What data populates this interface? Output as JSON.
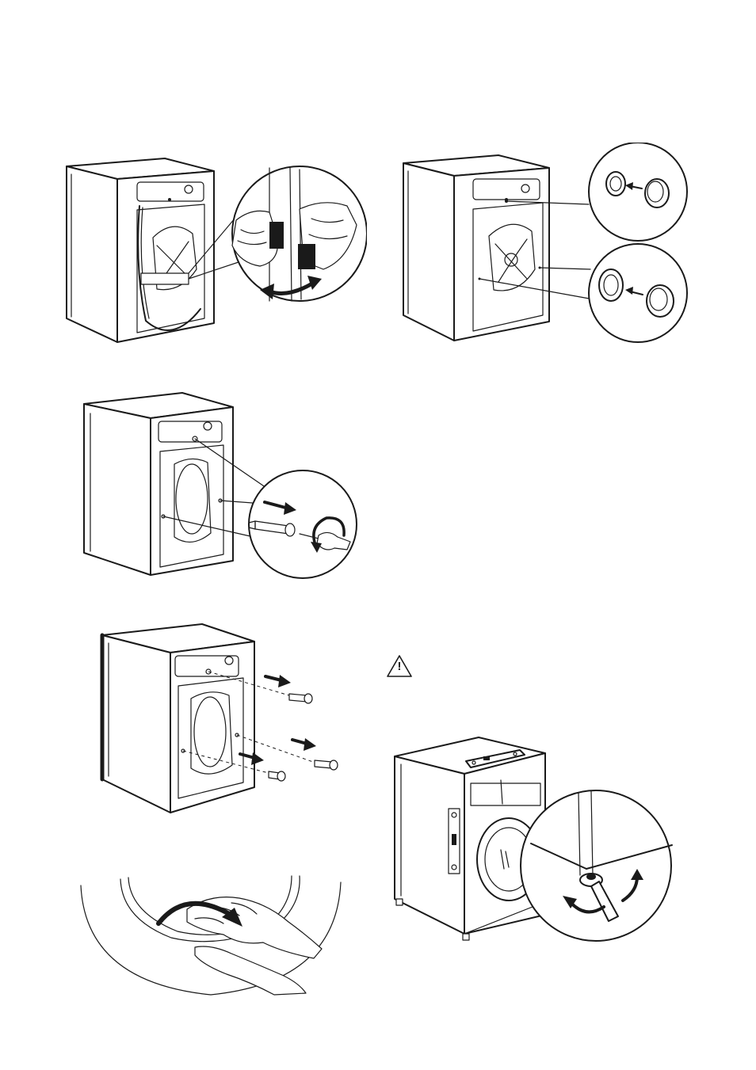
{
  "page": {
    "figures": [
      "figure-1-remove-hose-brackets",
      "figure-2-insert-plastic-caps",
      "figure-3-unscrew-transit-bolts",
      "figure-4-remove-transit-bolts",
      "figure-5-turn-drum",
      "figure-6-level-machine"
    ]
  },
  "warning": {
    "icon": "warning-triangle-icon",
    "symbol": "!"
  },
  "colors": {
    "line": "#1a1a1a",
    "background": "#ffffff"
  }
}
